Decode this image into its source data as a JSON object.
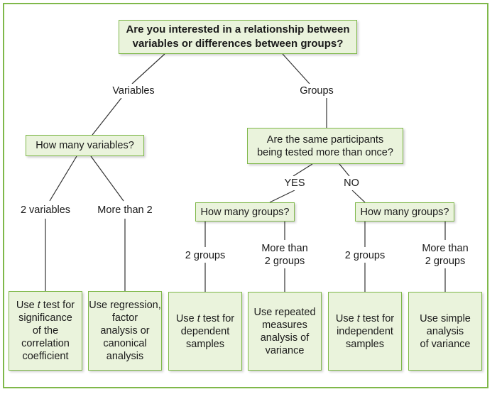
{
  "question": "Are you interested in a relationship between\nvariables or differences between groups?",
  "branches": {
    "variables": "Variables",
    "groups": "Groups"
  },
  "variables_branch": {
    "question": "How many variables?",
    "option_two": "2 variables",
    "option_more": "More than 2",
    "outcome_two": "Use t test for\nsignificance\nof the\ncorrelation\ncoefficient",
    "outcome_more": "Use regression,\nfactor\nanalysis or\ncanonical\nanalysis"
  },
  "groups_branch": {
    "question": "Are the same participants\nbeing tested more than once?",
    "yes_label": "YES",
    "no_label": "NO",
    "yes": {
      "question": "How many groups?",
      "option_two": "2 groups",
      "option_more": "More than\n2 groups",
      "outcome_two": "Use t test for\ndependent\nsamples",
      "outcome_more": "Use repeated\nmeasures\nanalysis of\nvariance"
    },
    "no": {
      "question": "How many groups?",
      "option_two": "2 groups",
      "option_more": "More than\n2 groups",
      "outcome_two": "Use t test for\nindependent\nsamples",
      "outcome_more": "Use simple\nanalysis\nof variance"
    }
  },
  "colors": {
    "border": "#7fb84a",
    "box_fill": "#eaf3dc",
    "line": "#333333"
  }
}
